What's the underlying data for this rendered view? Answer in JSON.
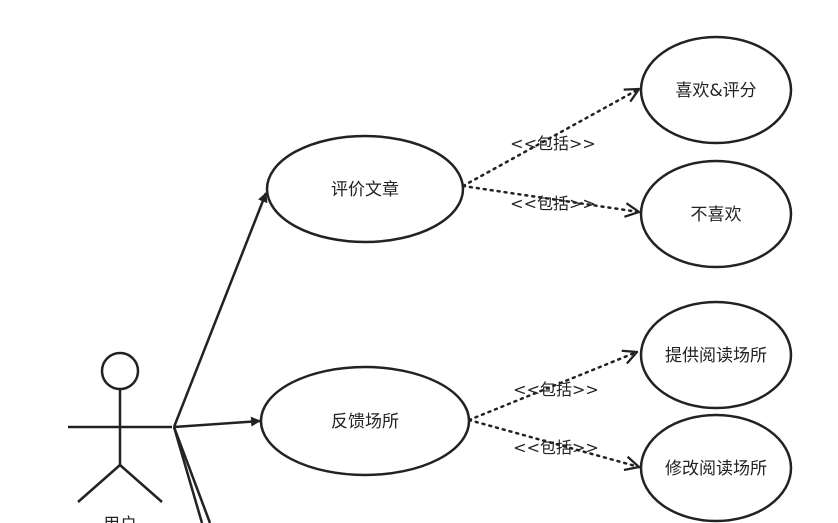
{
  "actor": {
    "label": "用户"
  },
  "use_cases": {
    "evaluate": "评价文章",
    "feedback": "反馈场所",
    "like_rate": "喜欢&评分",
    "dislike": "不喜欢",
    "provide_venue": "提供阅读场所",
    "modify_venue": "修改阅读场所"
  },
  "relations": {
    "include_1": "<<包括>>",
    "include_2": "<<包括>>",
    "include_3": "<<包括>>",
    "include_4": "<<包括>>"
  },
  "colors": {
    "stroke": "#222222",
    "fill": "#ffffff"
  }
}
